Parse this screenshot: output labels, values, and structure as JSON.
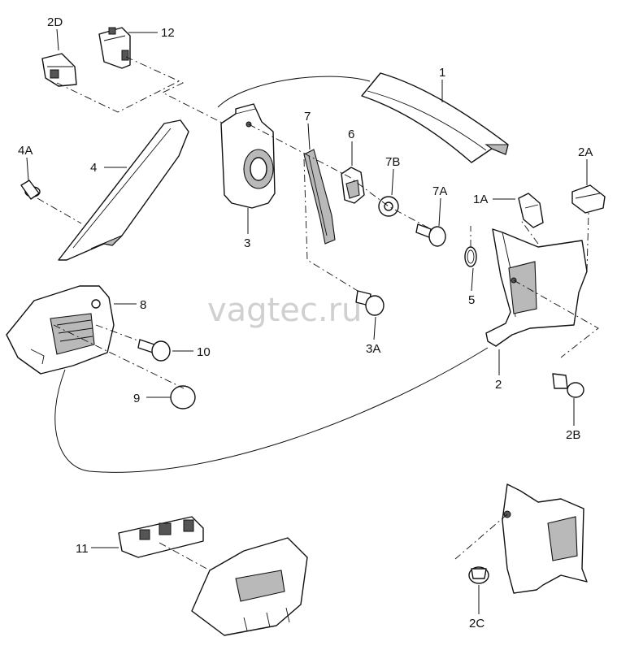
{
  "watermark": "vagtec.ru",
  "callouts": {
    "c1": "1",
    "c1A": "1A",
    "c2": "2",
    "c2A": "2A",
    "c2B": "2B",
    "c2C": "2C",
    "c2D": "2D",
    "c3": "3",
    "c3A": "3A",
    "c4": "4",
    "c4A": "4A",
    "c5": "5",
    "c6": "6",
    "c7": "7",
    "c7A": "7A",
    "c7B": "7B",
    "c8": "8",
    "c9": "9",
    "c10": "10",
    "c11": "11",
    "c12": "12"
  }
}
